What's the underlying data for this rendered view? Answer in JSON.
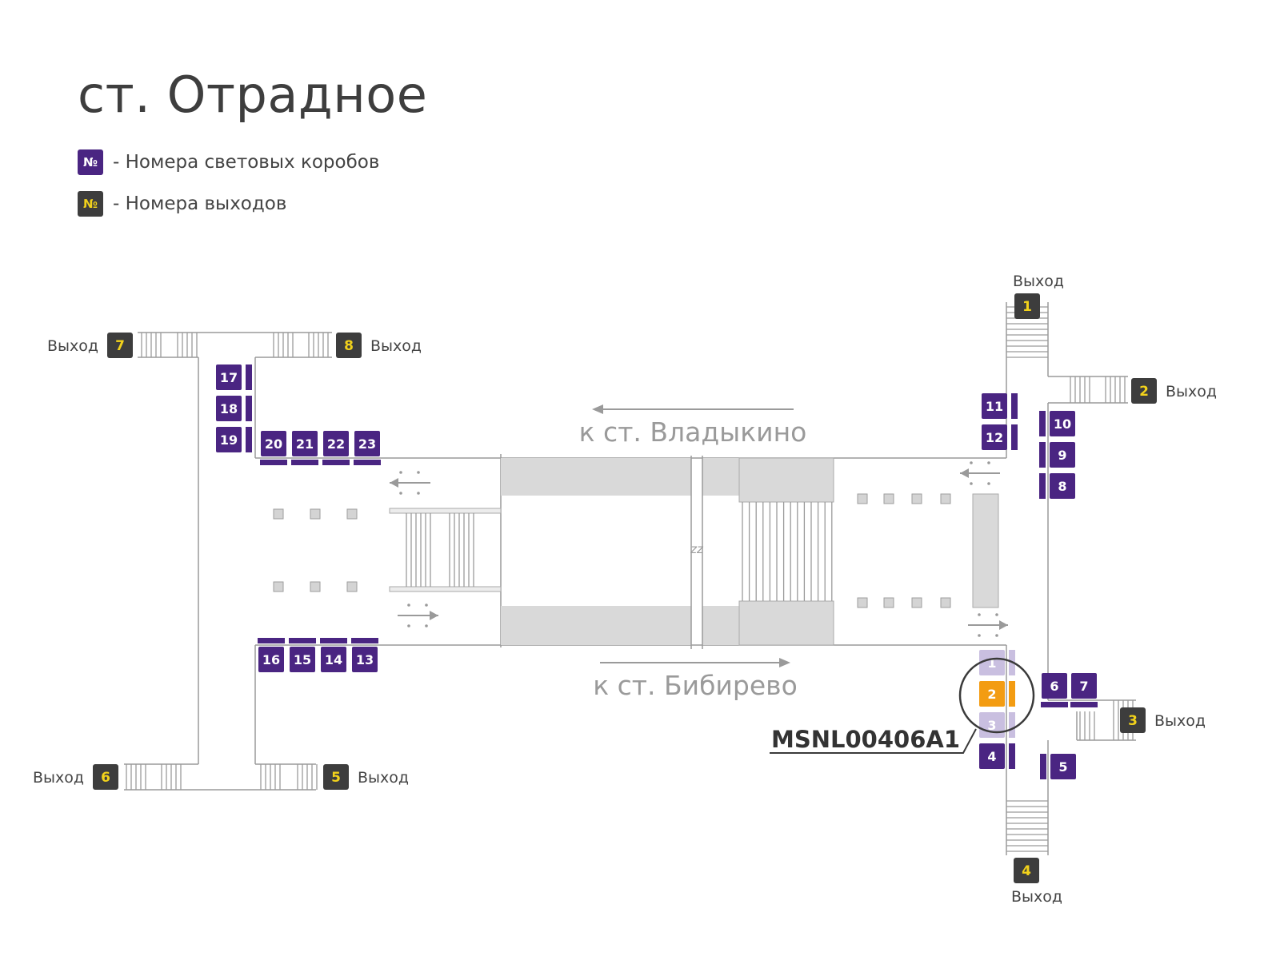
{
  "title": "ст. Отрадное",
  "legend": [
    {
      "badge": "№",
      "text": "- Номера световых коробов",
      "kind": "lightbox"
    },
    {
      "badge": "№",
      "text": "- Номера выходов",
      "kind": "exit"
    }
  ],
  "colors": {
    "lightbox": "#4a2582",
    "exit": "#3d3d3d",
    "exit_number": "#f2d21b",
    "highlight": "#f39c12",
    "faded": "#c9bfe0",
    "line": "#9a9a9a",
    "block": "#d9d9d9"
  },
  "exit_label": "Выход",
  "exits": [
    "1",
    "2",
    "3",
    "4",
    "5",
    "6",
    "7",
    "8"
  ],
  "directions": {
    "north": "к ст. Владыкино",
    "south": "к ст. Бибирево"
  },
  "lightboxes": [
    "1",
    "2",
    "3",
    "4",
    "5",
    "6",
    "7",
    "8",
    "9",
    "10",
    "11",
    "12",
    "13",
    "14",
    "15",
    "16",
    "17",
    "18",
    "19",
    "20",
    "21",
    "22",
    "23"
  ],
  "highlighted_lightbox": "2",
  "faded_lightboxes": [
    "1",
    "3"
  ],
  "highlight_code": "MSNL00406A1",
  "track_break_mark": "zz"
}
